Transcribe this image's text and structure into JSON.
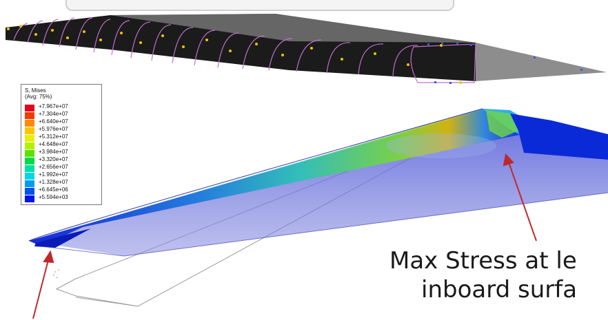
{
  "legend": {
    "title": "S, Mises",
    "subtitle": "(Avg: 75%)",
    "entries": [
      {
        "value": "+7.967e+07",
        "color": "#e3001b"
      },
      {
        "value": "+7.304e+07",
        "color": "#f23a00"
      },
      {
        "value": "+6.640e+07",
        "color": "#ff8a00"
      },
      {
        "value": "+5.976e+07",
        "color": "#ffc400"
      },
      {
        "value": "+5.312e+07",
        "color": "#e8f000"
      },
      {
        "value": "+4.648e+07",
        "color": "#b3f000"
      },
      {
        "value": "+3.984e+07",
        "color": "#5ae300"
      },
      {
        "value": "+3.320e+07",
        "color": "#00d94a"
      },
      {
        "value": "+2.656e+07",
        "color": "#00e0a8"
      },
      {
        "value": "+1.992e+07",
        "color": "#00d6e4"
      },
      {
        "value": "+1.328e+07",
        "color": "#009cf0"
      },
      {
        "value": "+6.645e+06",
        "color": "#0052f0"
      },
      {
        "value": "+5.594e+03",
        "color": "#0016e6"
      }
    ]
  },
  "annotation": {
    "line1": "Max Stress at le",
    "line2": "inboard surfa",
    "arrow_color": "#c0272d"
  }
}
